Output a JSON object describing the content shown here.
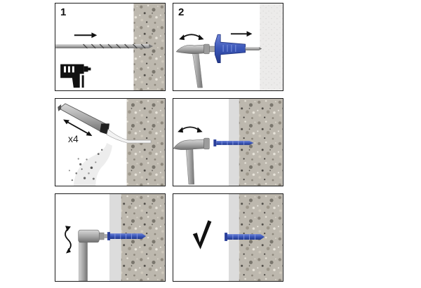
{
  "steps": [
    {
      "number": "1",
      "label": ""
    },
    {
      "number": "2",
      "label": ""
    },
    {
      "number": "",
      "label": "x4"
    },
    {
      "number": "",
      "label": ""
    },
    {
      "number": "",
      "label": ""
    },
    {
      "number": "",
      "label": ""
    }
  ],
  "colors": {
    "concrete": "#b9b4aa",
    "anchor_blue": "#3a56b8",
    "grip_blue": "#1f55c4",
    "metal": "#9a9a9a",
    "panel_border": "#1a1a1a"
  },
  "icons": [
    "drill-icon",
    "hammer-icon",
    "chisel-icon",
    "blow-pump-icon",
    "rotate-arrow-icon",
    "checkmark-icon"
  ]
}
